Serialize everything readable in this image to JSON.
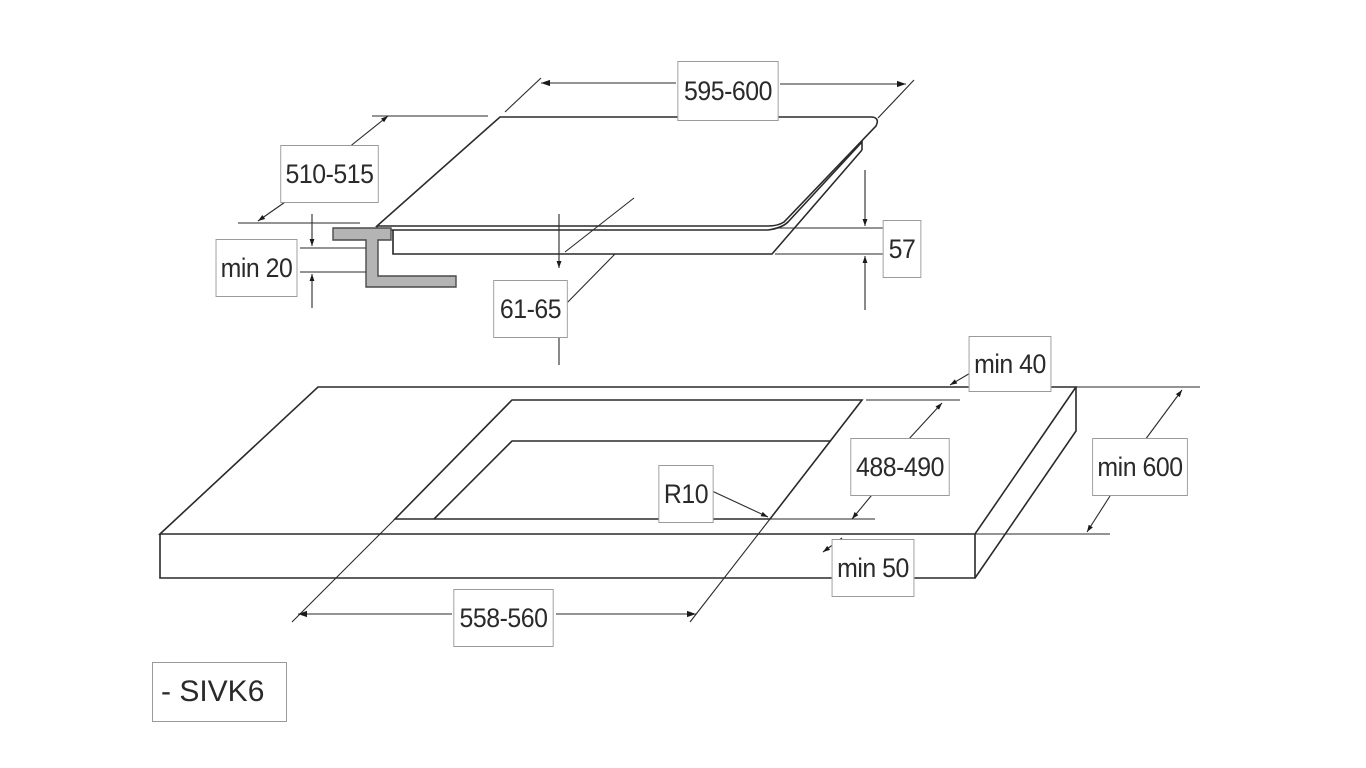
{
  "labels": {
    "width_top": "595-600",
    "depth_top": "510-515",
    "height_57": "57",
    "min_20": "min 20",
    "depth_61": "61-65",
    "min_40": "min 40",
    "cutout_depth": "488-490",
    "min_600": "min 600",
    "radius": "R10",
    "min_50": "min 50",
    "cutout_width": "558-560"
  },
  "model": "- SIVK6"
}
